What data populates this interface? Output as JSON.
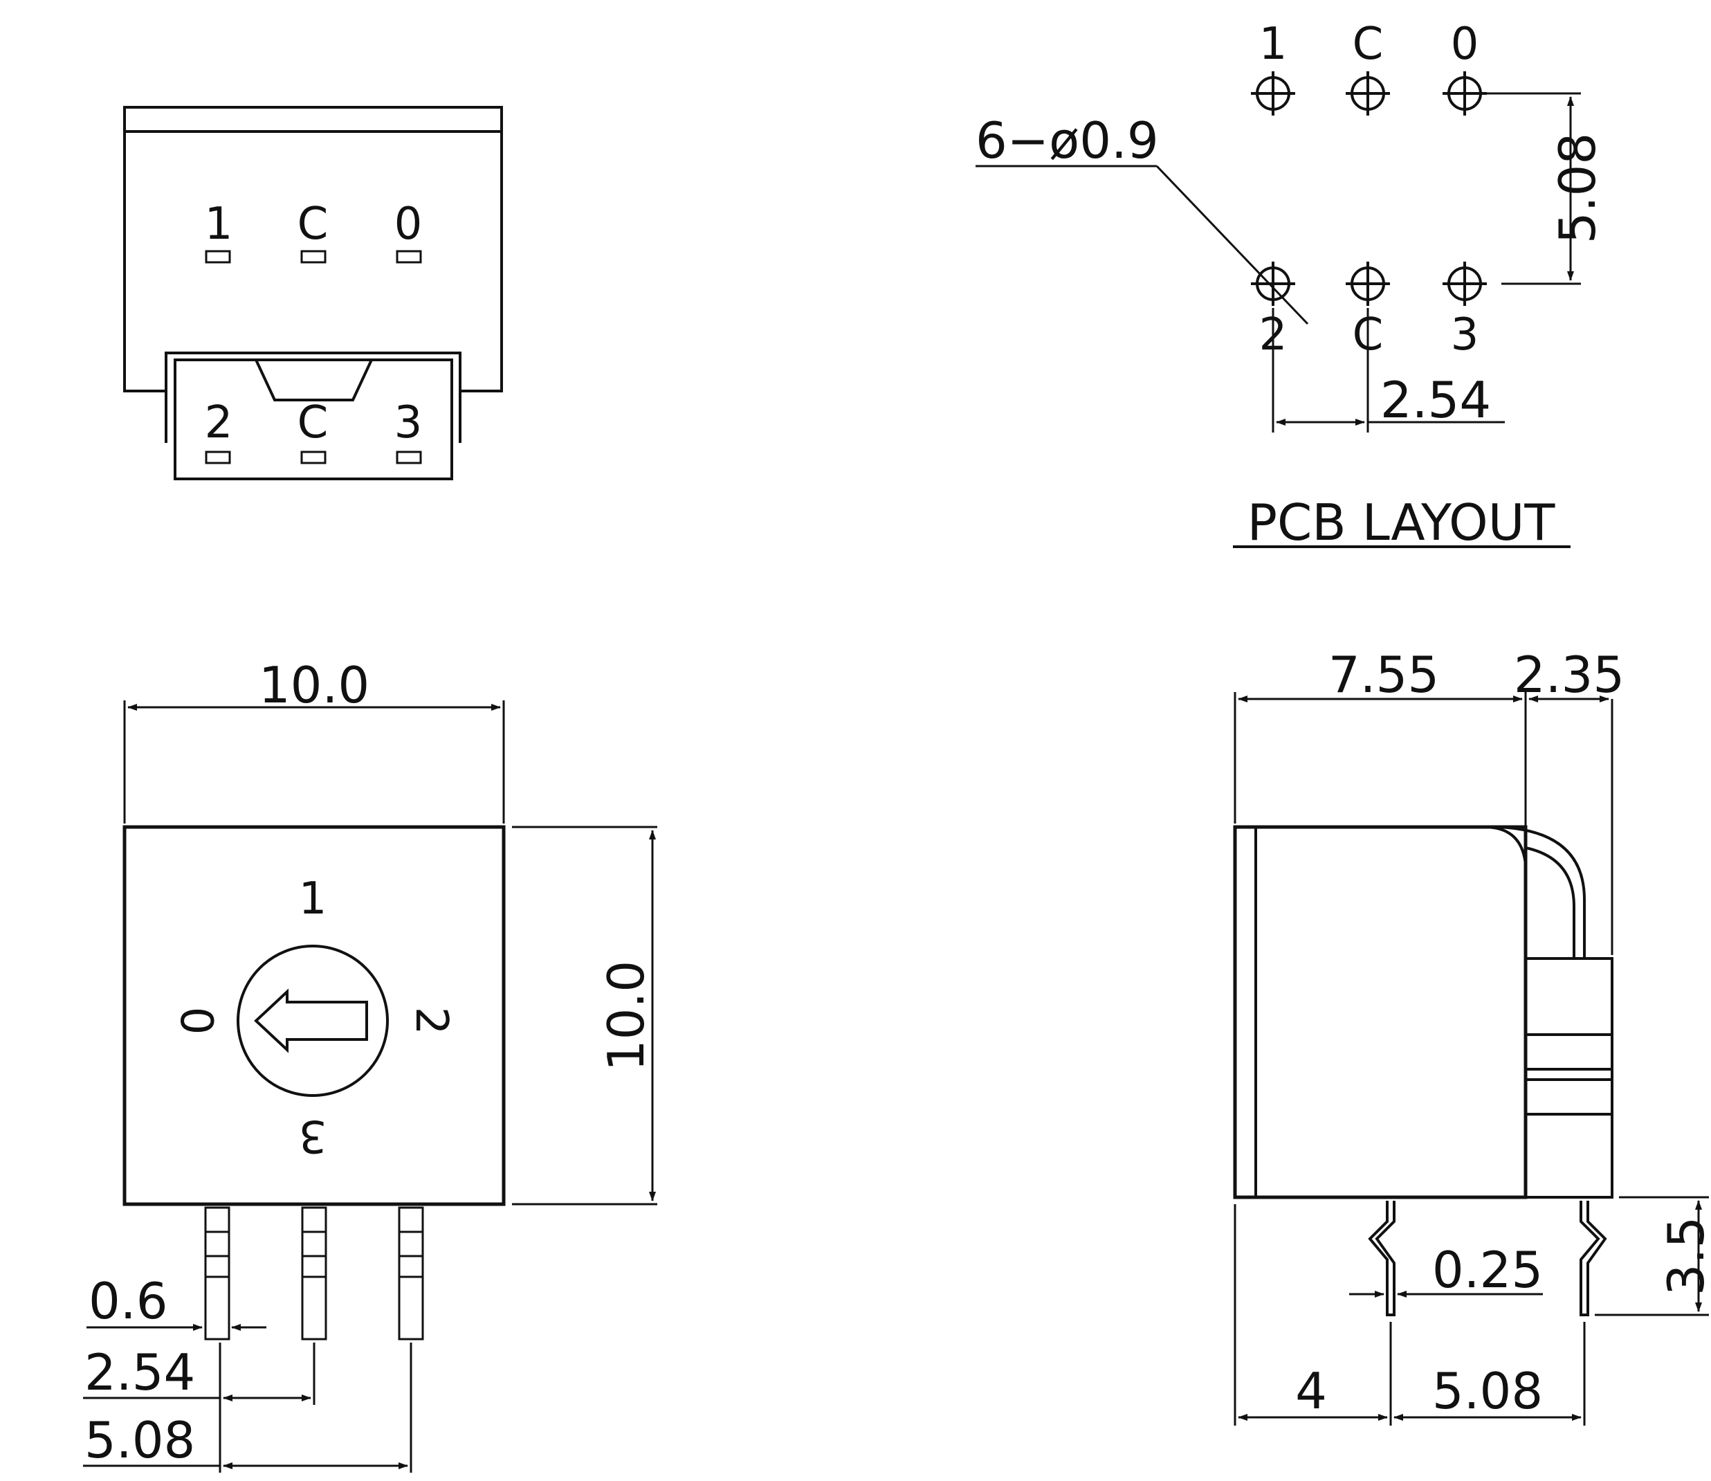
{
  "top_view": {
    "upper_pins": [
      "1",
      "C",
      "0"
    ],
    "lower_pins": [
      "2",
      "C",
      "3"
    ]
  },
  "pcb_layout": {
    "title": "PCB LAYOUT",
    "top_row": [
      "1",
      "C",
      "0"
    ],
    "bottom_row": [
      "2",
      "C",
      "3"
    ],
    "hole_note": "6−ø0.9",
    "dim_row_spacing": "5.08",
    "dim_pitch": "2.54"
  },
  "front_view": {
    "dim_width": "10.0",
    "dim_height": "10.0",
    "dial_positions": [
      "1",
      "0",
      "2",
      "3"
    ],
    "dim_pin_width": "0.6",
    "dim_pin_pitch": "2.54",
    "dim_pin_span": "5.08"
  },
  "side_view": {
    "dim_body_depth": "7.55",
    "dim_actuator": "2.35",
    "dim_lead_thickness": "0.25",
    "dim_lead_length": "3.5",
    "dim_lead_offset": "4",
    "dim_lead_spacing": "5.08"
  }
}
